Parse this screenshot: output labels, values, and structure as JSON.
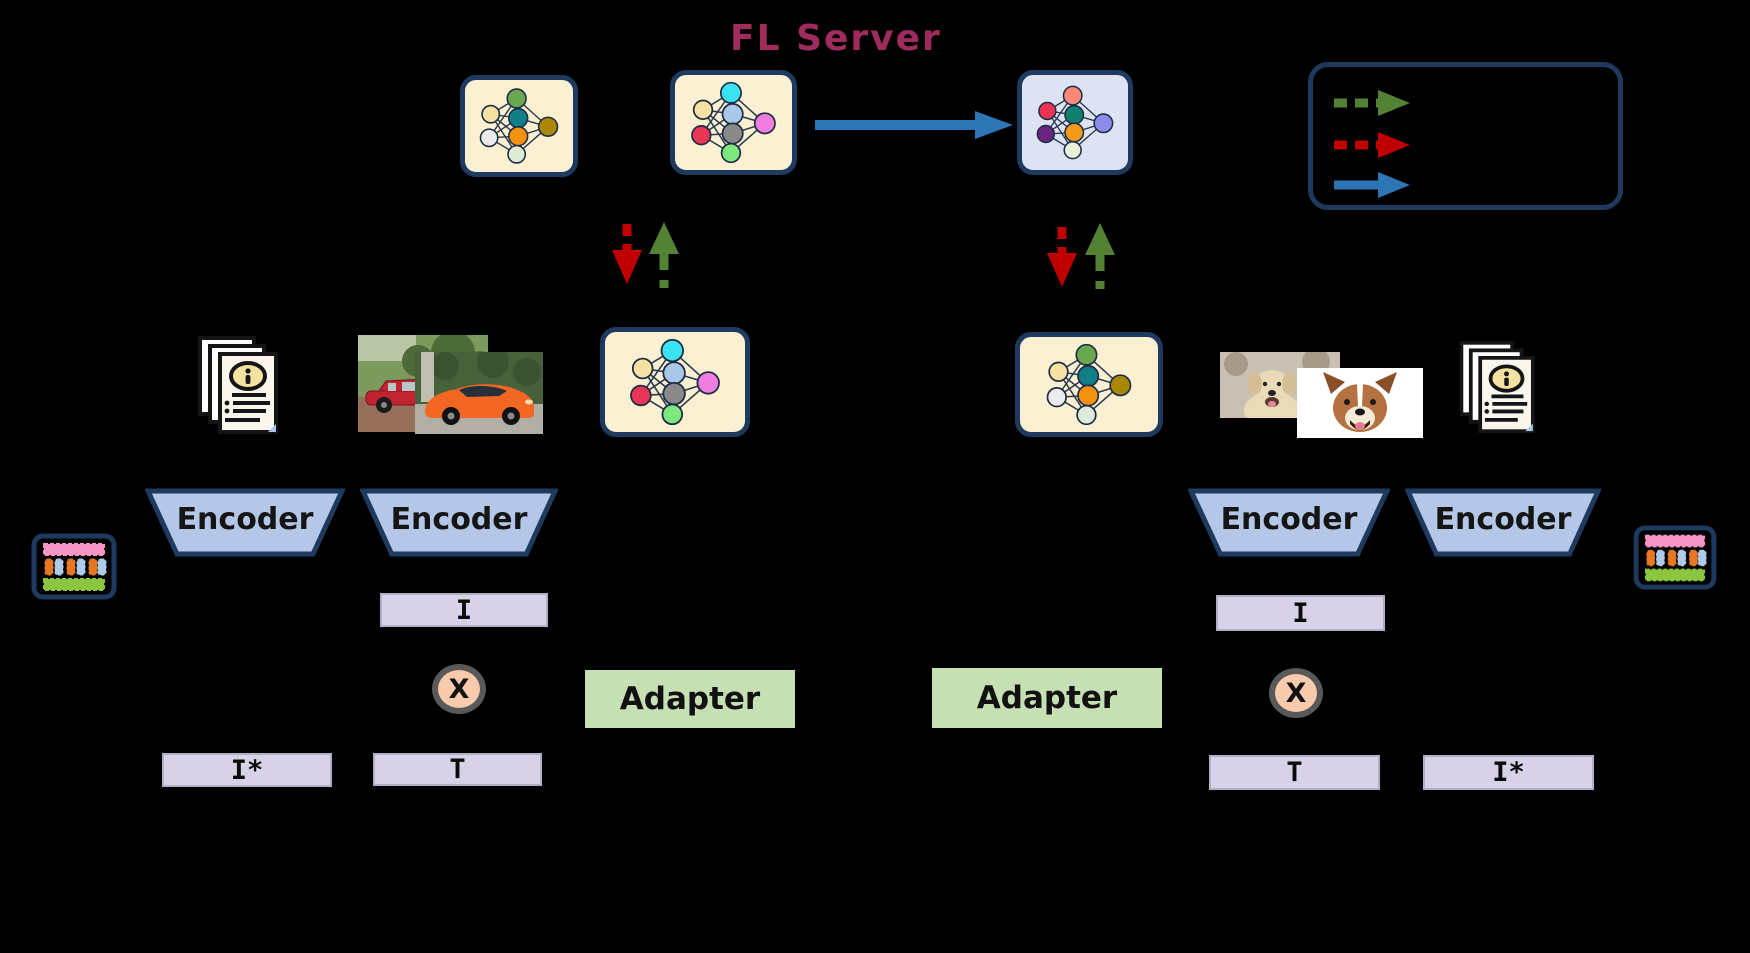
{
  "title": {
    "text": "FL Server",
    "color": "#a02c5e"
  },
  "server": {
    "model_left_palette": "warm",
    "model_center_palette": "cool",
    "model_updated_palette": "vivid",
    "broadcast_arrow_color": "#2e75b6"
  },
  "legend": {
    "arrows": [
      {
        "name": "green-dashed-arrow",
        "color": "#538235",
        "style": "dashed"
      },
      {
        "name": "red-dashed-arrow",
        "color": "#c00000",
        "style": "dashed"
      },
      {
        "name": "blue-solid-arrow",
        "color": "#2e75b6",
        "style": "solid"
      }
    ]
  },
  "sync": {
    "download_color": "#c00000",
    "upload_color": "#538235"
  },
  "clients": [
    {
      "id": "client-1",
      "local_model_palette": "cool",
      "text_encoder_label": "Encoder",
      "image_encoder_label": "Encoder",
      "image_embedding_label": "I",
      "text_embedding_label": "T",
      "adapted_image_embedding_label": "I*",
      "adapter_label": "Adapter",
      "multiply_label": "X"
    },
    {
      "id": "client-2",
      "local_model_palette": "warm",
      "text_encoder_label": "Encoder",
      "image_encoder_label": "Encoder",
      "image_embedding_label": "I",
      "text_embedding_label": "T",
      "adapted_image_embedding_label": "I*",
      "adapter_label": "Adapter",
      "multiply_label": "X"
    }
  ],
  "nn_palettes": {
    "warm": [
      "#f5e2a2",
      "#ebebee",
      "#6aa84f",
      "#117f87",
      "#f59111",
      "#dcecd8",
      "#ab8700"
    ],
    "cool": [
      "#f5e2a2",
      "#e83756",
      "#3ae3f2",
      "#a9c7e9",
      "#8a8a8a",
      "#7de87d",
      "#f07ee0"
    ],
    "vivid": [
      "#ee3352",
      "#6d2483",
      "#f98a7a",
      "#11806e",
      "#f59a18",
      "#eaf2da",
      "#8c8cec"
    ]
  },
  "theme": {
    "background": "#000000",
    "panel_cream": "#fbf1d2",
    "panel_lavender": "#dde3f2",
    "border_navy": "#1e3a5f",
    "encoder_fill": "#b4c7e7",
    "embedding_fill": "#d8d2e8",
    "adapter_fill": "#c6e0b4",
    "multiply_fill": "#f8cbad",
    "multiply_ring": "#595959"
  },
  "illustrations": {
    "matrix_rows": [
      "#f795c5",
      "#e87722",
      "#aecbea",
      "#8cc63e"
    ],
    "doc_page": "#faf6ee",
    "doc_badge": "#f5e2a2",
    "doc_corner": "#aac6e8",
    "car_back": {
      "bg": "#7c9a5e",
      "trees": "#4c6b38",
      "ground": "#96705a",
      "car": "#c22330"
    },
    "car_front": {
      "bg": "#47613b",
      "blob": "#3a5230",
      "road": "#b2aea6",
      "car": "#f26724"
    },
    "dog_back": {
      "bg": "#c9bfb2",
      "blob": "#a89a88",
      "dog": "#e9dab8",
      "ear": "#d4bf92"
    },
    "dog_front": {
      "bg": "#ffffff",
      "dog": "#b5713f",
      "ear": "#8a4f28",
      "muzzle": "#f5ecd8"
    }
  }
}
